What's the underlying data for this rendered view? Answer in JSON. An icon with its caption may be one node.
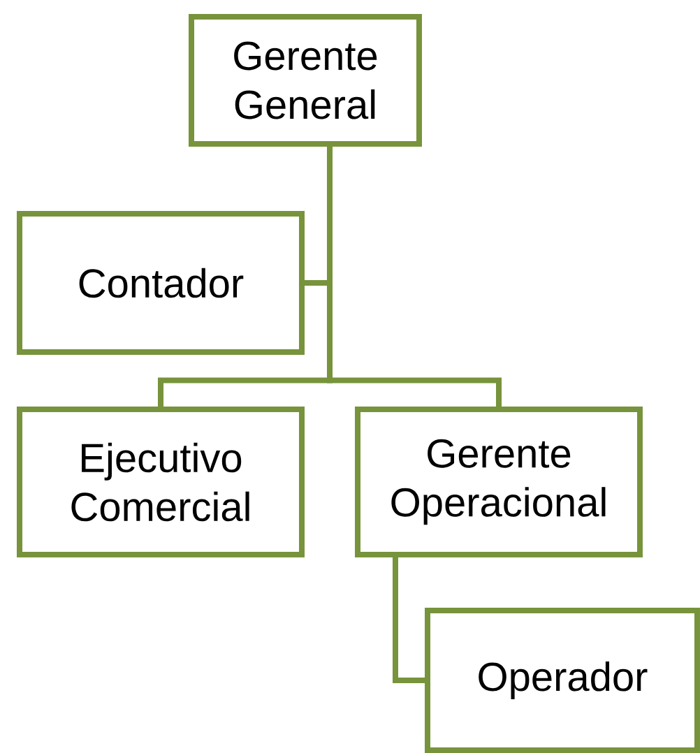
{
  "diagram": {
    "nodes": [
      {
        "text": [
          "Gerente General"
        ]
      },
      {
        "text": [
          "Contador"
        ]
      },
      {
        "text": [
          "Ejecutivo Comercial"
        ]
      },
      {
        "text": [
          "Gerente Operacional"
        ]
      },
      {
        "text": [
          "Operador"
        ]
      }
    ],
    "edges": [
      {
        "from": 0,
        "to": 1,
        "arrow": "none"
      },
      {
        "from": 0,
        "to": 2,
        "arrow": "none"
      },
      {
        "from": 0,
        "to": 3,
        "arrow": "none"
      },
      {
        "from": 3,
        "to": 4,
        "arrow": "none"
      }
    ]
  }
}
